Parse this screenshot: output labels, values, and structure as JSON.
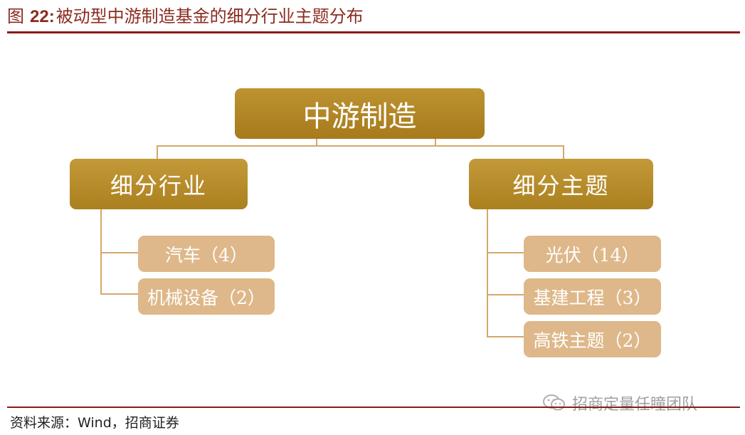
{
  "header": {
    "figure_label": "图",
    "figure_number": "22:",
    "title": "被动型中游制造基金的细分行业主题分布"
  },
  "diagram": {
    "root": "中游制造",
    "branches": [
      {
        "label": "细分行业",
        "leaves": [
          "汽车（4）",
          "机械设备（2）"
        ]
      },
      {
        "label": "细分主题",
        "leaves": [
          "光伏（14）",
          "基建工程（3）",
          "高铁主题（2）"
        ]
      }
    ]
  },
  "footer": {
    "source": "资料来源：Wind，招商证券",
    "watermark": "招商定量任瞳团队"
  },
  "colors": {
    "title": "#8b2b1f",
    "rule": "#8b1a1a",
    "root_box": "#b08426",
    "branch_box": "#b68a2a",
    "leaf_box": "#deb88a",
    "connector": "#d4a86a"
  },
  "icons": {
    "watermark_icon": "wechat-icon"
  }
}
